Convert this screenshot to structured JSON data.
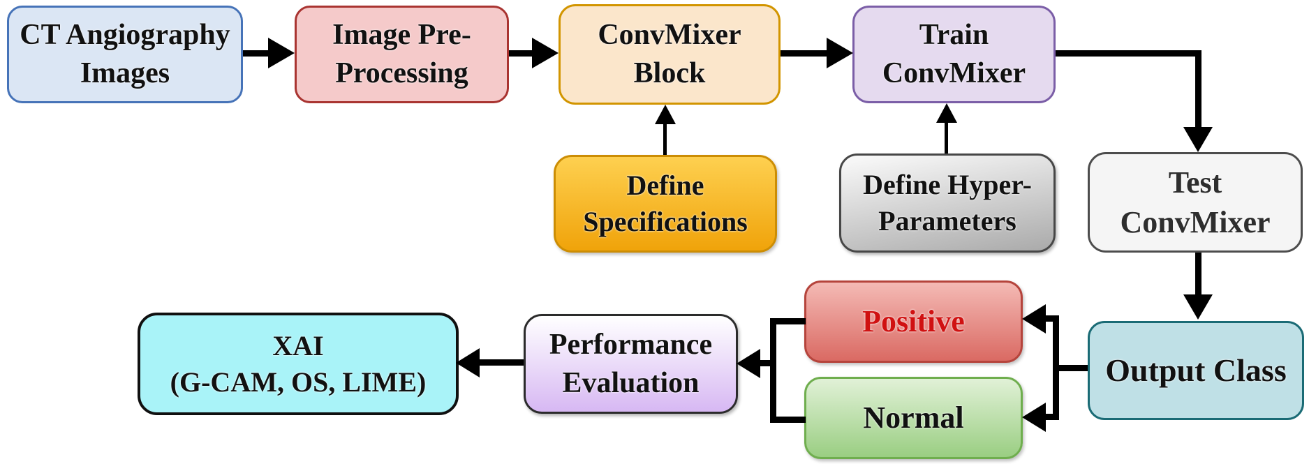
{
  "diagram": {
    "type": "flowchart",
    "background": "#ffffff",
    "arrow_color": "#000000",
    "nodes": {
      "ct": {
        "label": "CT Angiography\nImages",
        "fill": "#dbe6f4",
        "border": "#4673b8",
        "text_color": "#111111"
      },
      "pre": {
        "label": "Image Pre-\nProcessing",
        "fill": "#f5caca",
        "border": "#a93431",
        "text_color": "#111111"
      },
      "block": {
        "label": "ConvMixer\nBlock",
        "fill": "#fbe6cb",
        "border": "#d29500",
        "text_color": "#111111"
      },
      "train": {
        "label": "Train\nConvMixer",
        "fill": "#e5daef",
        "border": "#7b5ea7",
        "text_color": "#111111"
      },
      "spec": {
        "label": "Define\nSpecifications",
        "fill_top": "#fed050",
        "fill_bottom": "#f0a30a",
        "border": "#cc8d04",
        "text_color": "#111111"
      },
      "hyper": {
        "label": "Define Hyper-\nParameters",
        "fill_top": "#fbfbfb",
        "fill_bottom": "#aaaaaa",
        "border": "#474747",
        "text_color": "#111111"
      },
      "test": {
        "label": "Test\nConvMixer",
        "fill": "#f5f5f5",
        "border": "#4d4d4d",
        "text_color": "#2e2e2e"
      },
      "output": {
        "label": "Output Class",
        "fill": "#bfe0e6",
        "border": "#1a6b75",
        "text_color": "#111111"
      },
      "positive": {
        "label": "Positive",
        "fill_top": "#f4bab5",
        "fill_bottom": "#da6a63",
        "border": "#b5443c",
        "text_color": "#d01111"
      },
      "normal": {
        "label": "Normal",
        "fill_top": "#e1f1d7",
        "fill_bottom": "#9ace82",
        "border": "#6fae4e",
        "text_color": "#111111"
      },
      "perf": {
        "label": "Performance\nEvaluation",
        "fill_top": "#ffffff",
        "fill_bottom": "#d7b8f3",
        "border": "#2b2b2b",
        "text_color": "#111111"
      },
      "xai": {
        "label": "XAI\n(G-CAM, OS, LIME)",
        "fill": "#a9f3f8",
        "border": "#101010",
        "text_color": "#111111"
      }
    },
    "edges": [
      {
        "from": "ct",
        "to": "pre",
        "direction": "right"
      },
      {
        "from": "pre",
        "to": "block",
        "direction": "right"
      },
      {
        "from": "block",
        "to": "train",
        "direction": "right"
      },
      {
        "from": "spec",
        "to": "block",
        "direction": "up"
      },
      {
        "from": "hyper",
        "to": "train",
        "direction": "up"
      },
      {
        "from": "train",
        "to": "test",
        "direction": "right-then-down"
      },
      {
        "from": "test",
        "to": "output",
        "direction": "down"
      },
      {
        "from": "output",
        "to": "positive",
        "direction": "left"
      },
      {
        "from": "output",
        "to": "normal",
        "direction": "left"
      },
      {
        "from": "positive",
        "to": "perf",
        "direction": "left"
      },
      {
        "from": "normal",
        "to": "perf",
        "direction": "left"
      },
      {
        "from": "perf",
        "to": "xai",
        "direction": "left"
      }
    ]
  }
}
